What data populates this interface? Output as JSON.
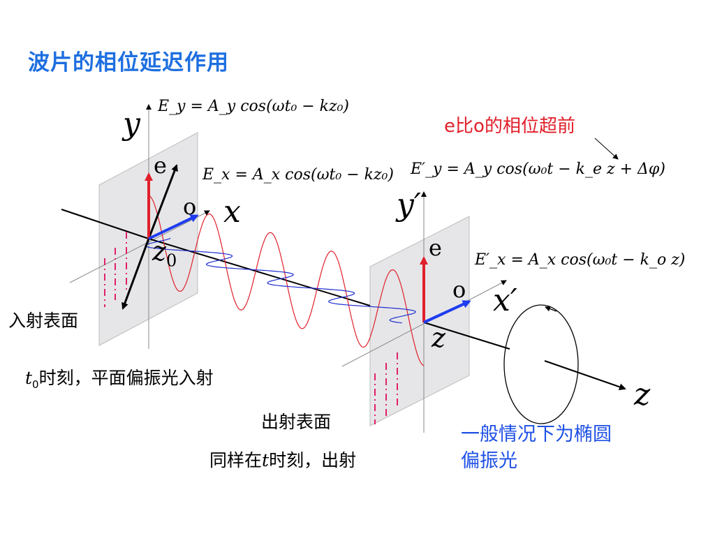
{
  "title": "波片的相位延迟作用",
  "labels": {
    "incident_surface": "入射表面",
    "incident_caption_t": "t",
    "incident_caption_sub": "0",
    "incident_caption_rest": "时刻，平面偏振光入射",
    "exit_surface": "出射表面",
    "exit_caption_a": "同样在",
    "exit_caption_t": "t",
    "exit_caption_b": "时刻，出射",
    "ellipse_note_line1": "一般情况下为椭圆",
    "ellipse_note_line2": "偏振光",
    "phase_note_e": "e",
    "phase_note_mid": "比",
    "phase_note_o": "o",
    "phase_note_rest": "的相位超前"
  },
  "axes": {
    "y_in": "y",
    "x_in": "x",
    "z_in": "z",
    "z_in_sub": "0",
    "y_out": "y′",
    "x_out": "x′",
    "z_out": "z",
    "z_axis": "z"
  },
  "vectors": {
    "e_in": "e",
    "o_in": "o",
    "e_out": "e",
    "o_out": "o"
  },
  "formulas": {
    "Ey_in": "E_y = A_y cos(ωt₀ − kz₀)",
    "Ex_in": "E_x = A_x cos(ωt₀ − kz₀)",
    "Ey_out": "E′_y = A_y cos(ω₀t − k_e z + Δφ)",
    "Ex_out": "E′_x = A_x cos(ω₀t − k_o z)"
  },
  "colors": {
    "title": "#1e6fe0",
    "e_vector": "#e0202a",
    "o_vector": "#1e3cf0",
    "red_wave": "#e0202a",
    "blue_wave": "#2030d0",
    "plate": "#e6e6e8",
    "note_blue": "#1e50e6",
    "dash_pink": "#e0206a"
  }
}
